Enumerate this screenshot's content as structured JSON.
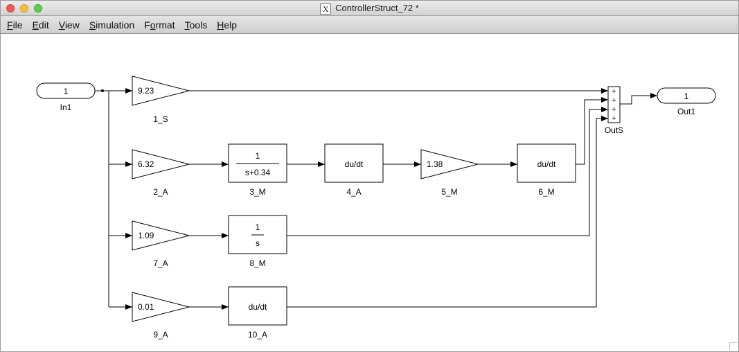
{
  "window": {
    "title": "ControllerStruct_72 *",
    "x11_glyph": "X"
  },
  "menu": [
    {
      "mnemonic": "F",
      "rest": "ile"
    },
    {
      "mnemonic": "E",
      "rest": "dit"
    },
    {
      "mnemonic": "V",
      "rest": "iew"
    },
    {
      "mnemonic": "S",
      "rest": "imulation"
    },
    {
      "pre": "F",
      "mnemonic": "o",
      "rest": "rmat"
    },
    {
      "mnemonic": "T",
      "rest": "ools"
    },
    {
      "mnemonic": "H",
      "rest": "elp"
    }
  ],
  "diagram": {
    "in1": {
      "port": "1",
      "name": "In1"
    },
    "out1": {
      "port": "1",
      "name": "Out1"
    },
    "sum": {
      "name": "OutS",
      "signs": [
        "+",
        "+",
        "+",
        "+"
      ]
    },
    "gain_1_S": {
      "value": "9.23",
      "name": "1_S"
    },
    "gain_2_A": {
      "value": "6.32",
      "name": "2_A"
    },
    "tf_3_M": {
      "numerator": "1",
      "denominator": "s+0.34",
      "name": "3_M"
    },
    "deriv_4_A": {
      "label": "du/dt",
      "name": "4_A"
    },
    "gain_5_M": {
      "value": "1.38",
      "name": "5_M"
    },
    "deriv_6_M": {
      "label": "du/dt",
      "name": "6_M"
    },
    "gain_7_A": {
      "value": "1.09",
      "name": "7_A"
    },
    "int_8_M": {
      "numerator": "1",
      "denominator": "s",
      "name": "8_M"
    },
    "gain_9_A": {
      "value": "0.01",
      "name": "9_A"
    },
    "deriv_10_A": {
      "label": "du/dt",
      "name": "10_A"
    }
  }
}
